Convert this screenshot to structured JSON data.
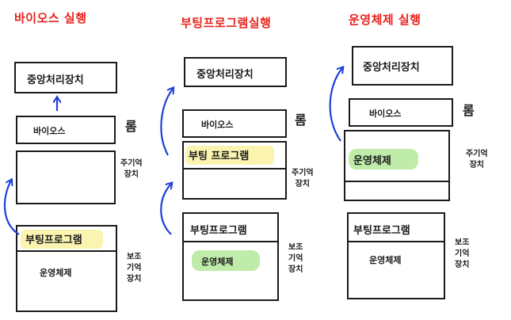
{
  "titles": [
    "바이오스 실행",
    "부팅프로그램실행",
    "운영체제 실행"
  ],
  "stage1": {
    "cpu": "중앙처리장치",
    "rom_box": "바이오스",
    "rom_side": "롬",
    "aux_side": [
      "주기억",
      "장치"
    ],
    "boot_box": "부팅프로그램",
    "os_box": "운영체제",
    "mem_side": [
      "보조",
      "기억",
      "장치"
    ]
  },
  "stage2": {
    "cpu": "중앙처리장치",
    "rom_box": "바이오스",
    "rom_side": "롬",
    "main_box": "부팅 프로그램",
    "aux_side": [
      "주기억",
      "장치"
    ],
    "boot_box": "부팅프로그램",
    "os_box": "운영체제",
    "mem_side": [
      "보조",
      "기억",
      "장치"
    ]
  },
  "stage3": {
    "cpu": "중앙처리장치",
    "rom_box": "바이오스",
    "rom_side": "롬",
    "main_box": "운영체제",
    "aux_side": [
      "주기억",
      "장치"
    ],
    "boot_box": "부팅프로그램",
    "os_box": "운영체제",
    "mem_side": [
      "보조",
      "기억",
      "장치"
    ]
  },
  "colors": {
    "title": "#e8231c",
    "arrow": "#1f3fd8",
    "ink": "#1a1a1a",
    "yellow": "#f8f096",
    "green": "#aae68c"
  }
}
